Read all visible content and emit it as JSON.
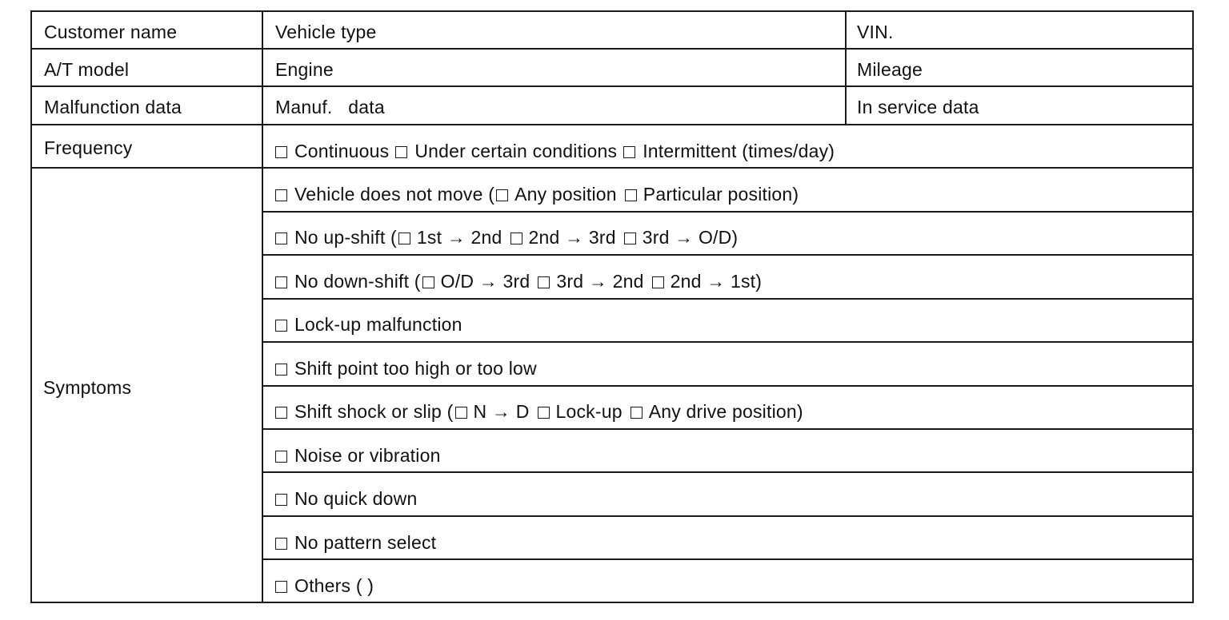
{
  "header_rows": [
    {
      "col1": "Customer name",
      "col2": "Vehicle type",
      "col3": "VIN."
    },
    {
      "col1": "A/T model",
      "col2": "Engine",
      "col3": "Mileage"
    },
    {
      "col1": "Malfunction data",
      "col2": "Manuf.   data",
      "col3": "In service data"
    }
  ],
  "frequency": {
    "label": "Frequency",
    "options": [
      "Continuous",
      "Under certain conditions",
      "Intermittent (times/day)"
    ]
  },
  "symptoms": {
    "label": "Symptoms",
    "items": [
      {
        "prefix": "Vehicle does not move (",
        "subs": [
          "Any position",
          "Particular position)"
        ]
      },
      {
        "prefix": "No up-shift (",
        "subs": [
          "1st → 2nd",
          "2nd → 3rd",
          "3rd → O/D)"
        ]
      },
      {
        "prefix": "No down-shift (",
        "subs": [
          "O/D → 3rd",
          "3rd → 2nd",
          "2nd → 1st)"
        ]
      },
      {
        "prefix": "Lock-up malfunction",
        "subs": []
      },
      {
        "prefix": "Shift point too high or too low",
        "subs": []
      },
      {
        "prefix": "Shift shock or slip (",
        "subs": [
          "N → D",
          "Lock-up",
          "Any drive position)"
        ]
      },
      {
        "prefix": "Noise or vibration",
        "subs": []
      },
      {
        "prefix": "No quick down",
        "subs": []
      },
      {
        "prefix": "No pattern select",
        "subs": []
      },
      {
        "prefix": "Others ( )",
        "subs": []
      }
    ]
  }
}
